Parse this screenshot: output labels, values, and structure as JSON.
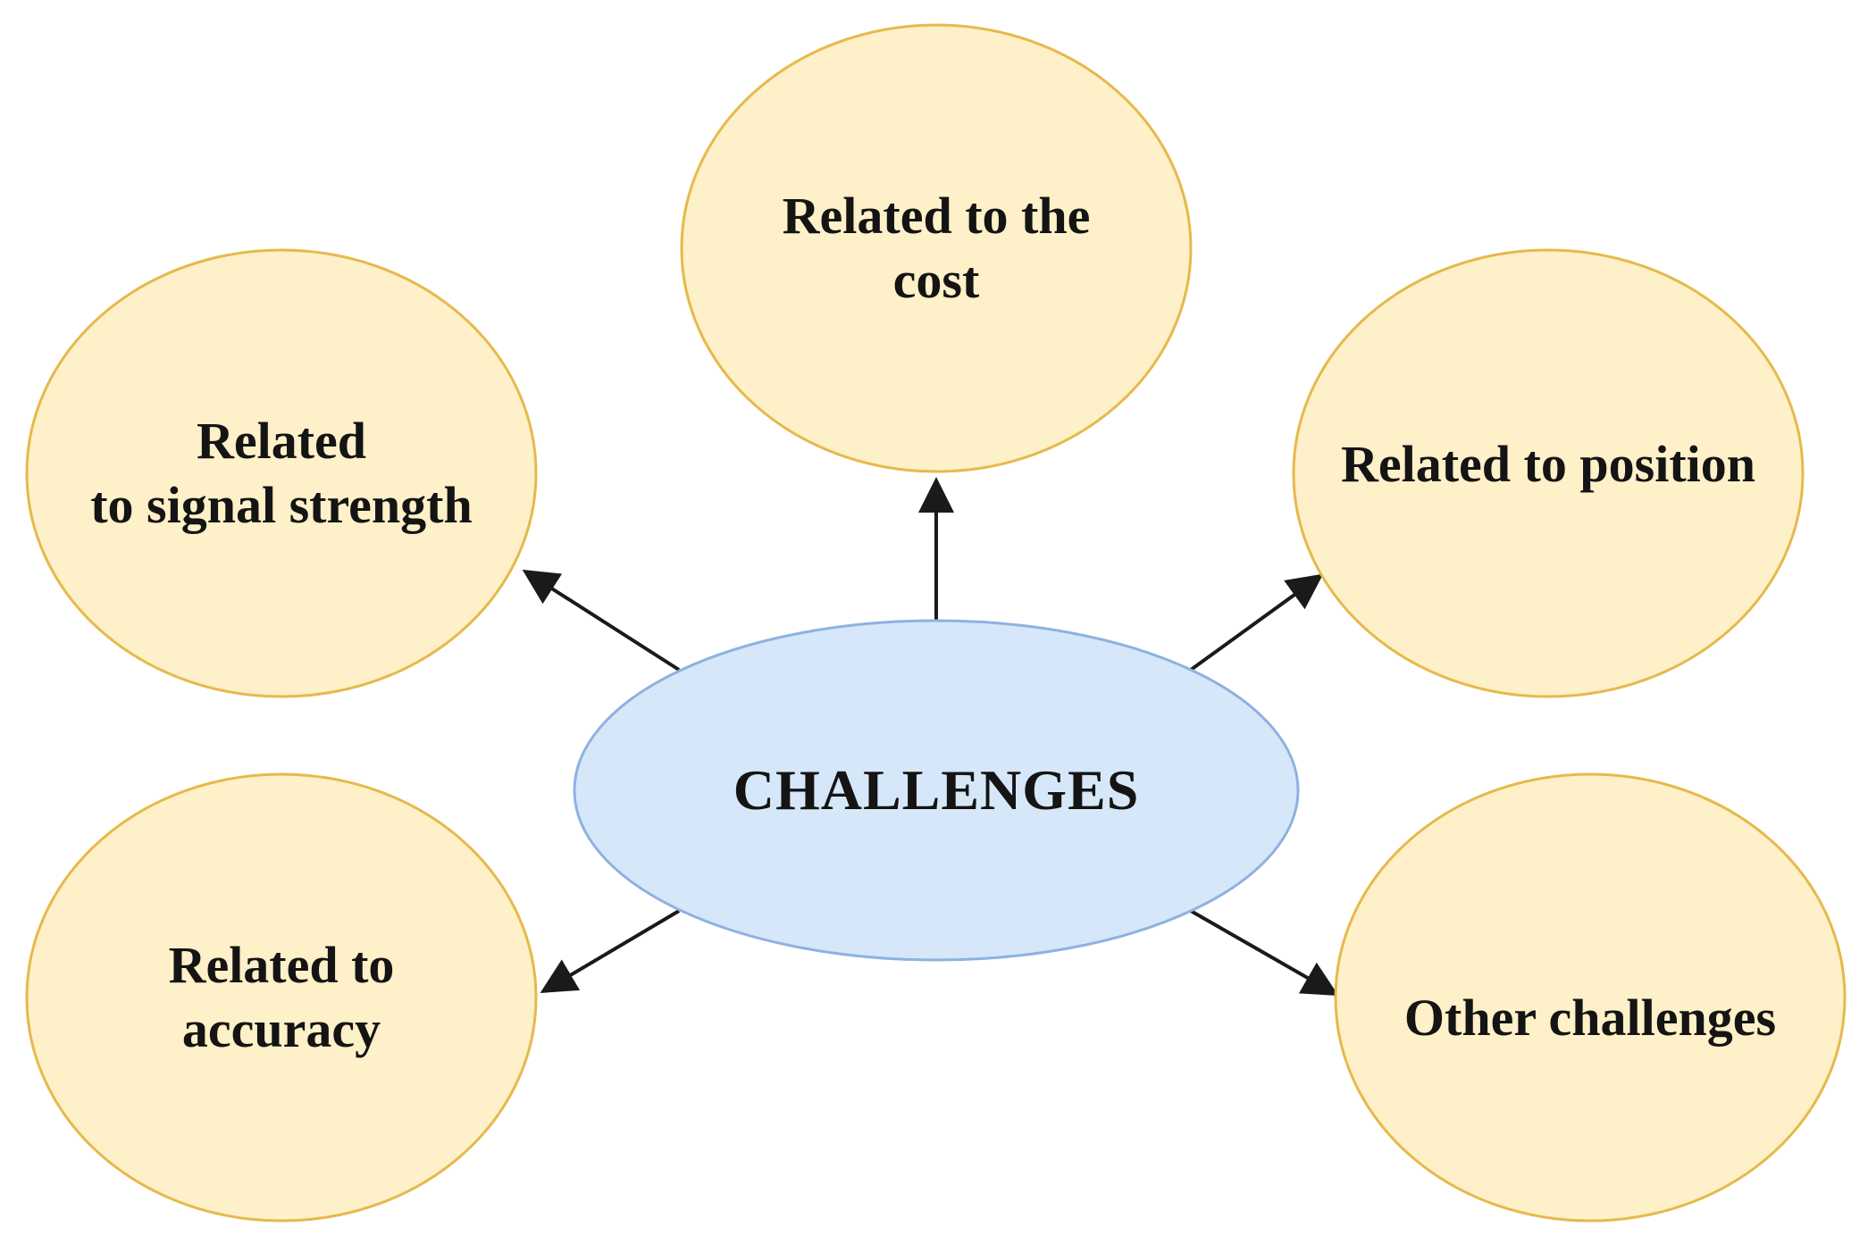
{
  "diagram": {
    "center": {
      "label": "CHALLENGES",
      "fill": "#d6e7f9",
      "stroke": "#8db2e0"
    },
    "outer_style": {
      "fill": "#fef0c8",
      "stroke": "#e6b94c"
    },
    "arrow_color": "#1a1a1a",
    "nodes": [
      {
        "id": "cost",
        "lines": [
          "Related to the",
          "cost"
        ]
      },
      {
        "id": "signal",
        "lines": [
          "Related",
          "to signal strength"
        ]
      },
      {
        "id": "position",
        "lines": [
          "Related to position"
        ]
      },
      {
        "id": "accuracy",
        "lines": [
          "Related to",
          "accuracy"
        ]
      },
      {
        "id": "other",
        "lines": [
          "Other challenges"
        ]
      }
    ]
  }
}
